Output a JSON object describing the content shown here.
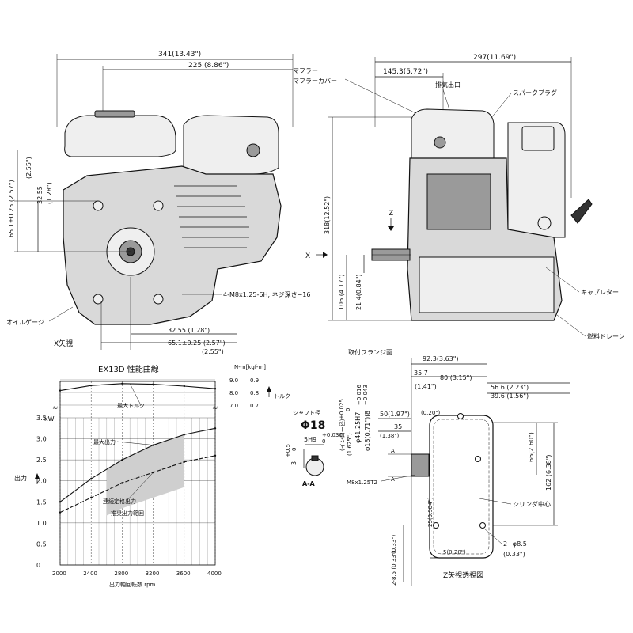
{
  "front_view": {
    "dim_overall": "341(13.43\")",
    "dim_225": "225 (8.86\")",
    "dim_vert_65": "65.1±0.25 (2.57\")",
    "dim_vert_255": "(2.55\")",
    "dim_vert_3255": "32.55",
    "dim_vert_128": "(1.28\")",
    "bolt_note": "4-M8x1.25-6H, ネジ深さ−16",
    "oil_gauge": "オイルゲージ",
    "dim_h_3255": "32.55 (1.28\")",
    "dim_h_651": "65.1±0.25 (2.57\")",
    "dim_h_255": "(2.55\")",
    "caption": "X矢視"
  },
  "side_view": {
    "dim_overall": "297(11.69\")",
    "dim_1453": "145.3(5.72\")",
    "muffler": "マフラー",
    "muffler_cover": "マフラーカバー",
    "exhaust": "排気出口",
    "spark_plug": "スパークプラグ",
    "height": "318(12.52\")",
    "dim_106": "106 (4.17\")",
    "dim_214": "21.4(0.84\")",
    "carburetor": "キャブレター",
    "fuel_drain": "燃料ドレーン",
    "arrow_z": "Z",
    "arrow_x": "X"
  },
  "chart_data": {
    "type": "line",
    "title": "EX13D 性能曲線",
    "xlabel": "出力軸回転数  rpm",
    "ylabel_left": "出力",
    "ylabel_left_unit": "kW",
    "ylabel_right": "トルク",
    "ylabel_right_unit": "N-m[kgf-m]",
    "x_ticks": [
      "2000",
      "2400",
      "2800",
      "3200",
      "3600",
      "4000"
    ],
    "y_ticks": [
      "0",
      "0.5",
      "1.0",
      "1.5",
      "2.0",
      "2.5",
      "3.0",
      "3.5"
    ],
    "torque_ticks_nm": [
      "7.0",
      "8.0",
      "9.0"
    ],
    "torque_ticks_kgf": [
      "0.7",
      "0.8",
      "0.9"
    ],
    "xlim": [
      2000,
      4000
    ],
    "ylim": [
      0,
      3.5
    ],
    "torque_lim_nm": [
      7.0,
      9.0
    ],
    "series": [
      {
        "name": "最大トルク",
        "x": [
          2000,
          2400,
          2800,
          3200,
          3600,
          4000
        ],
        "y": [
          8.15,
          8.55,
          8.7,
          8.65,
          8.5,
          8.3
        ]
      },
      {
        "name": "最大出力",
        "x": [
          2000,
          2400,
          2800,
          3200,
          3600,
          4000
        ],
        "y": [
          1.5,
          2.05,
          2.5,
          2.85,
          3.1,
          3.25
        ]
      },
      {
        "name": "連続定格出力",
        "x": [
          2000,
          2400,
          2800,
          3200,
          3600,
          4000
        ],
        "y": [
          1.25,
          1.6,
          1.95,
          2.2,
          2.45,
          2.6
        ]
      }
    ],
    "annotations": [
      "推奨出力範囲"
    ]
  },
  "shaft_detail": {
    "heading": "シャフト径",
    "diameter": "Φ18",
    "key_width": "5H9",
    "key_tol_top": "+0.030",
    "key_tol_bottom": "0",
    "key_depth": "3",
    "key_depth_tol_top": "+0.5",
    "key_depth_tol_bottom": "0",
    "section": "A-A"
  },
  "z_view": {
    "flange_label": "取付フランジ面",
    "dim_923": "92.3(3.63\")",
    "dim_357": "35.7",
    "dim_141": "(1.41\")",
    "dim_80": "80 (3.15\")",
    "dim_566": "56.6 (2.23\")",
    "dim_396": "39.6 (1.56\")",
    "dim_50": "50(1.97\")",
    "dim_020": "(0.20\")",
    "dim_35": "35",
    "dim_138": "(1.38\")",
    "dim_66": "66(2.60\")",
    "dim_162": "162 (6.38\")",
    "fit_tol_top": "+0.025",
    "fit_tol_bottom": "0",
    "fit_main": "φ41.25H7",
    "inlo": "(インロー径)",
    "fit_inch": "(1.625\")",
    "shaft_main": "φ18(0.71\")f8",
    "shaft_tol_top": "−0.016",
    "shaft_tol_bottom": "−0.043",
    "thread": "M8x1.25T2",
    "dim_25": "25(0.984\")",
    "cylinder": "シリンダ中心",
    "holes": "2−φ8.5",
    "holes_inch": "(0.33\")",
    "dim_5": "5(0.20\")",
    "dim_85": "2-8.5 (0.33\")",
    "dim_033": "(0.33\")",
    "caption": "Z矢視透視図"
  }
}
